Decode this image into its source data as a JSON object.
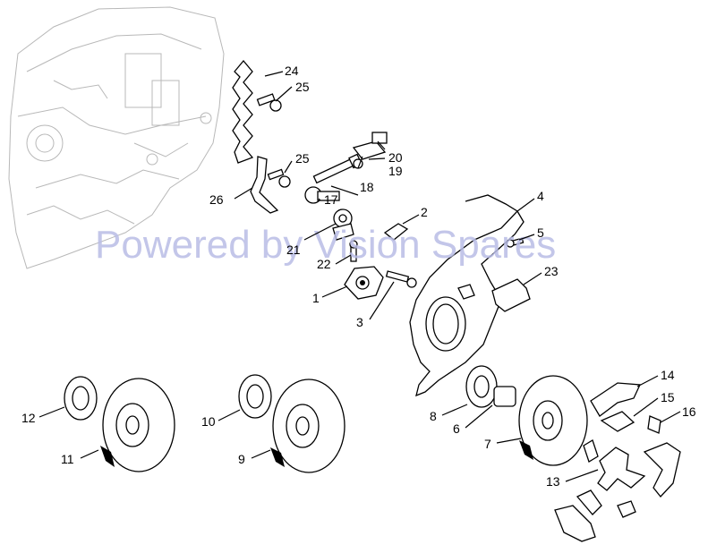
{
  "watermark": "Powered by Vision Spares",
  "callouts": {
    "c1": "1",
    "c2": "2",
    "c3": "3",
    "c4": "4",
    "c5": "5",
    "c6": "6",
    "c7": "7",
    "c8": "8",
    "c9": "9",
    "c10": "10",
    "c11": "11",
    "c12": "12",
    "c13": "13",
    "c14": "14",
    "c15": "15",
    "c16": "16",
    "c17": "17",
    "c18": "18",
    "c19": "19",
    "c20": "20",
    "c21": "21",
    "c22": "22",
    "c23": "23",
    "c24": "24",
    "c25a": "25",
    "c25b": "25",
    "c26": "26"
  }
}
